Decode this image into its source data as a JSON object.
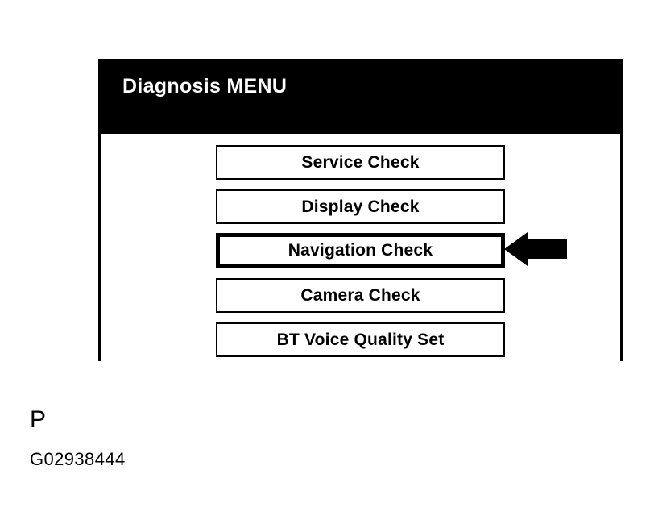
{
  "figure": {
    "background_color": "#ffffff",
    "panel": {
      "border_color": "#000000",
      "header": {
        "title": "Diagnosis MENU",
        "background_color": "#000000",
        "text_color": "#ffffff"
      },
      "menu": {
        "items": [
          {
            "label": "Service Check",
            "selected": false
          },
          {
            "label": "Display Check",
            "selected": false
          },
          {
            "label": "Navigation Check",
            "selected": true
          },
          {
            "label": "Camera Check",
            "selected": false
          },
          {
            "label": "BT Voice Quality Set",
            "selected": false
          }
        ],
        "button_background_color": "#ffffff",
        "button_border_color": "#000000",
        "button_text_color": "#000000"
      }
    },
    "annotation": {
      "pointer": {
        "icon": "arrow-left-icon",
        "color": "#000000",
        "targets": "Navigation Check"
      }
    },
    "captions": {
      "label": "P",
      "code": "G02938444"
    }
  }
}
